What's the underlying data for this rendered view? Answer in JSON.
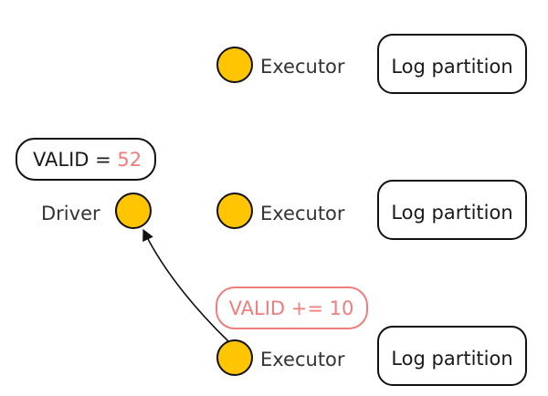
{
  "driver": {
    "label": "Driver",
    "valid_box": {
      "prefix": "VALID = ",
      "value": "52"
    }
  },
  "executors": [
    {
      "label": "Executor",
      "partition": "Log partition"
    },
    {
      "label": "Executor",
      "partition": "Log partition"
    },
    {
      "label": "Executor",
      "partition": "Log partition"
    }
  ],
  "update_box": {
    "text": "VALID += 10"
  },
  "colors": {
    "node_fill": "#ffc500",
    "accent_red": "#f07d7d",
    "stroke": "#111111"
  }
}
